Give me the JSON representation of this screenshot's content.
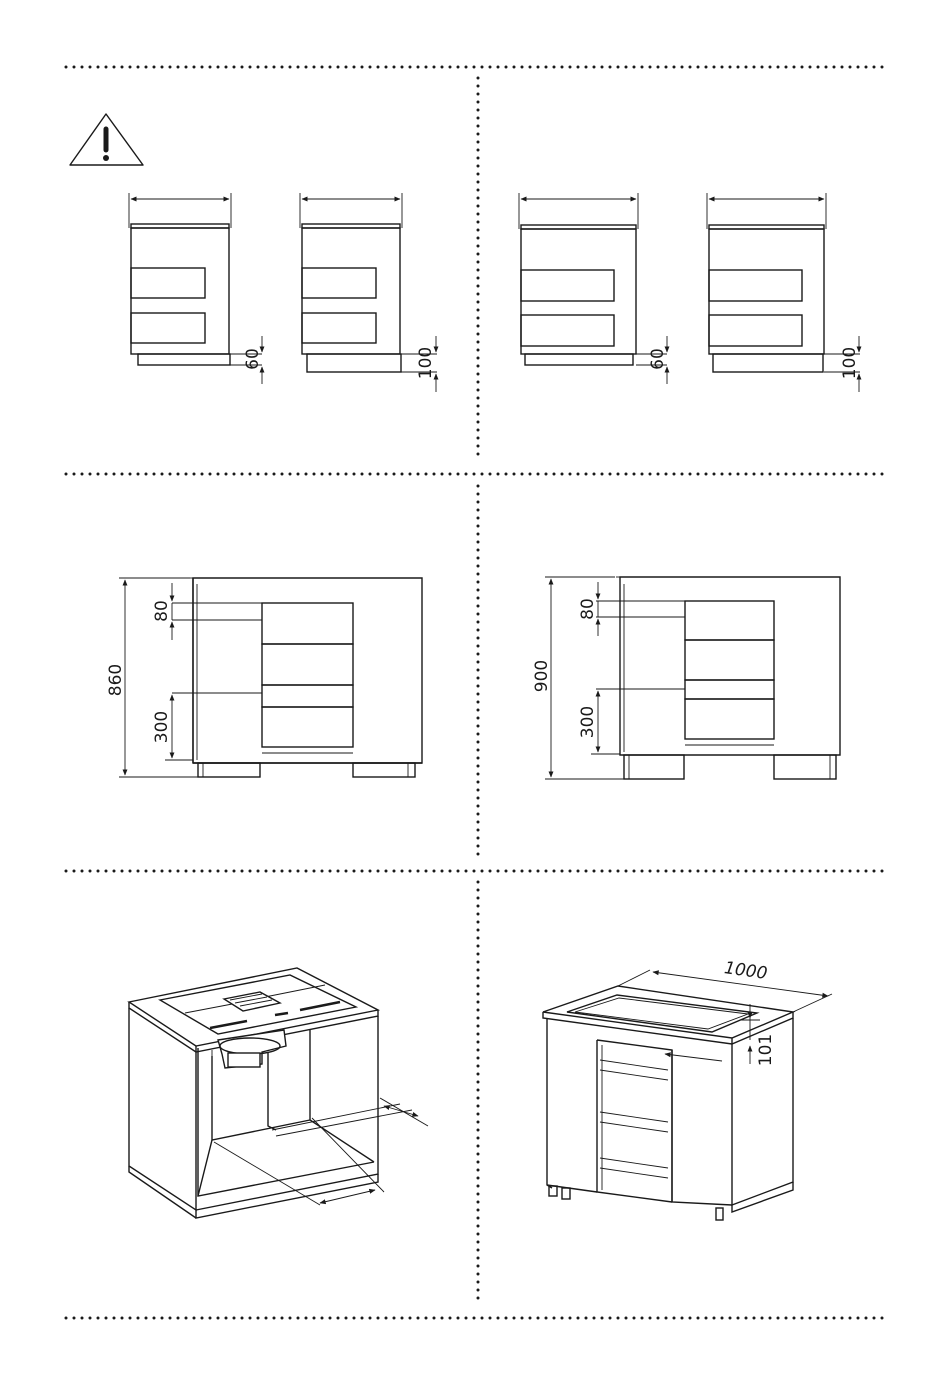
{
  "dimensions": {
    "plinth_a": "60",
    "plinth_b": "100",
    "plinth_c": "60",
    "plinth_d": "100",
    "top_gap_left": "80",
    "lower_gap_left": "300",
    "height_left": "860",
    "top_gap_right": "80",
    "lower_gap_right": "300",
    "height_right": "900",
    "worktop_width": "1000",
    "cutout_depth": "101"
  }
}
